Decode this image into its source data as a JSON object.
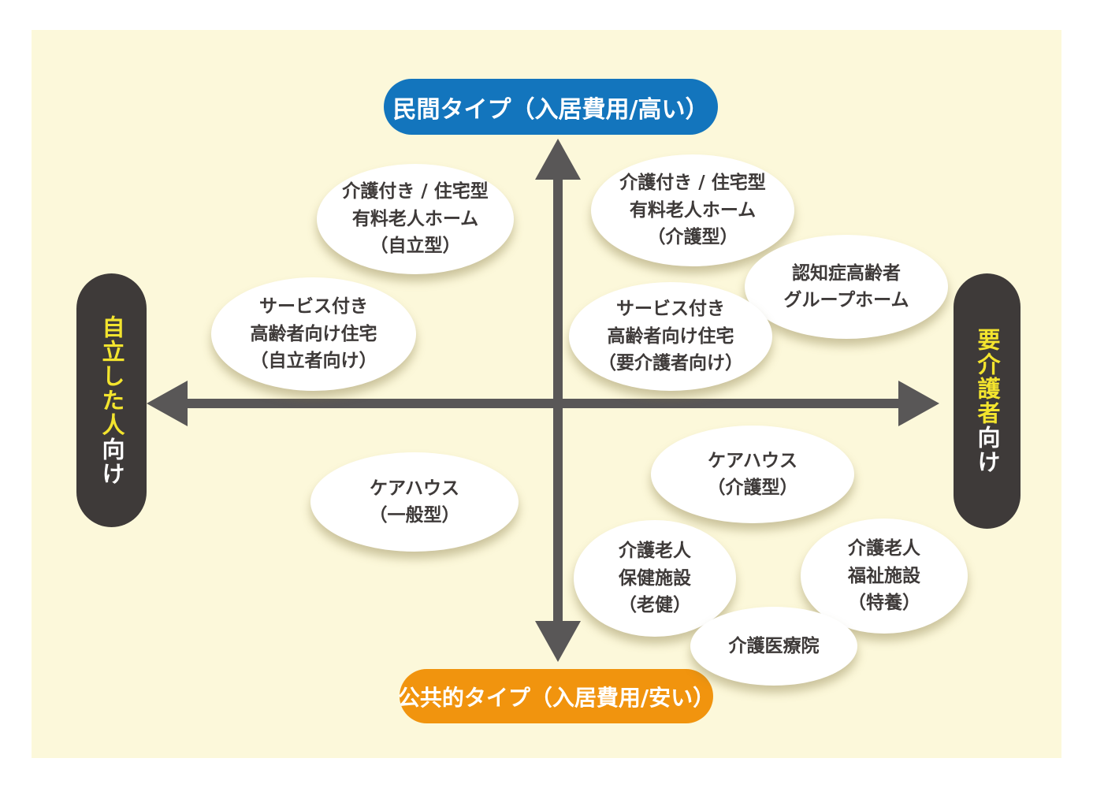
{
  "colors": {
    "board_background": "#FCF8DA",
    "axis_gray": "#595757",
    "top_pill_blue": "#1375BD",
    "bottom_pill_orange": "#F1940E",
    "side_pill_dark": "#3E3A39",
    "highlight_yellow": "#F3E42E",
    "bubble_text": "#3E3A39"
  },
  "axis_titles": {
    "top": "民間タイプ（入居費用/高い）",
    "bottom": "公共的タイプ（入居費用/安い）"
  },
  "axis_sides": {
    "left": {
      "highlight": "自立した人",
      "rest": "向け"
    },
    "right": {
      "highlight": "要介護者",
      "rest": "向け"
    }
  },
  "icons": {
    "arrow_up": "arrow-up",
    "arrow_down": "arrow-down",
    "arrow_left": "arrow-left",
    "arrow_right": "arrow-right"
  },
  "bubbles": [
    {
      "lines": [
        "介護付き / 住宅型",
        "有料老人ホーム",
        "（自立型）"
      ]
    },
    {
      "lines": [
        "サービス付き",
        "高齢者向け住宅",
        "（自立者向け）"
      ]
    },
    {
      "lines": [
        "介護付き / 住宅型",
        "有料老人ホーム",
        "（介護型）"
      ]
    },
    {
      "lines": [
        "認知症高齢者",
        "グループホーム"
      ]
    },
    {
      "lines": [
        "サービス付き",
        "高齢者向け住宅",
        "（要介護者向け）"
      ]
    },
    {
      "lines": [
        "ケアハウス",
        "（一般型）"
      ]
    },
    {
      "lines": [
        "ケアハウス",
        "（介護型）"
      ]
    },
    {
      "lines": [
        "介護老人",
        "保健施設",
        "（老健）"
      ]
    },
    {
      "lines": [
        "介護老人",
        "福祉施設",
        "（特養）"
      ]
    },
    {
      "lines": [
        "介護医療院"
      ]
    }
  ]
}
